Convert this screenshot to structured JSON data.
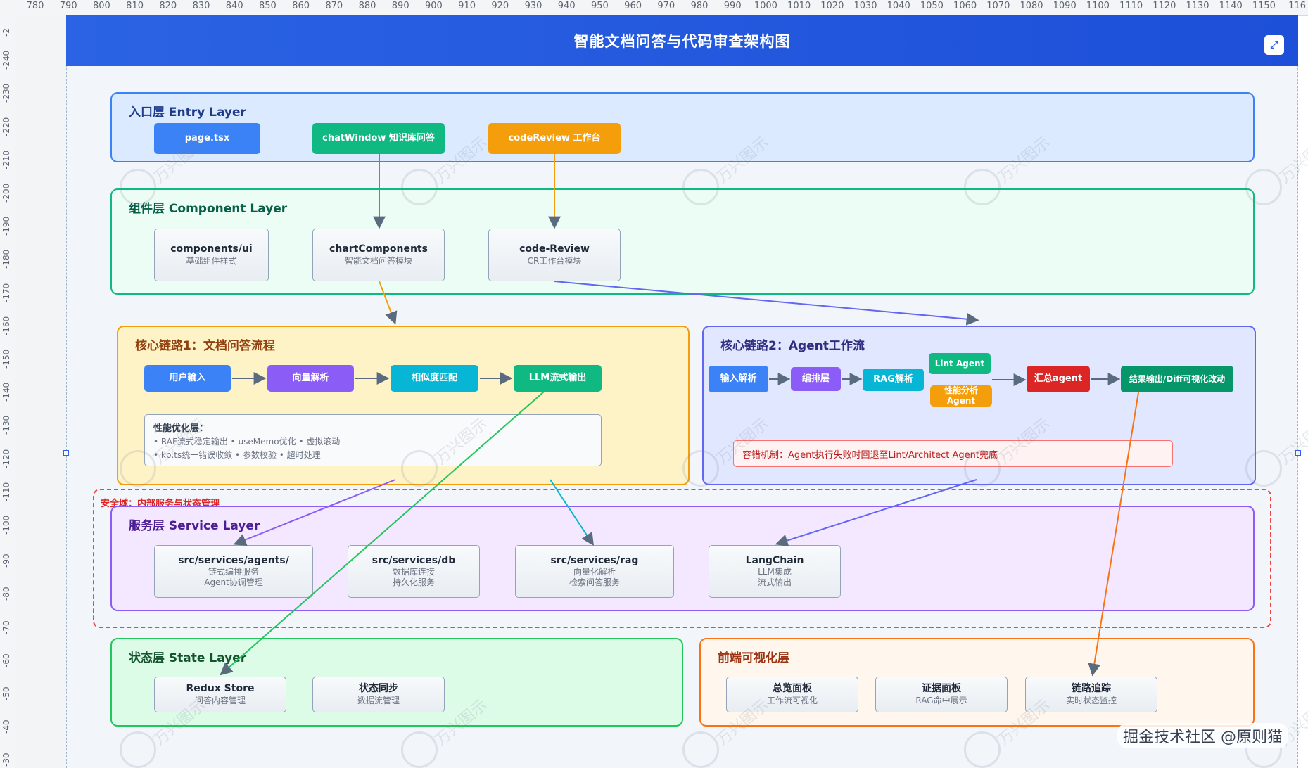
{
  "ruler": {
    "top": [
      "780",
      "790",
      "800",
      "810",
      "820",
      "830",
      "840",
      "850",
      "860",
      "870",
      "880",
      "890",
      "900",
      "910",
      "920",
      "930",
      "940",
      "950",
      "960",
      "970",
      "980",
      "990",
      "1000",
      "1010",
      "1020",
      "1030",
      "1040",
      "1050",
      "1060",
      "1070",
      "1080",
      "1090",
      "1100",
      "1110",
      "1120",
      "1130",
      "1140",
      "1150",
      "116"
    ],
    "left": [
      "-2",
      "-240",
      "-230",
      "-220",
      "-210",
      "-200",
      "-190",
      "-180",
      "-170",
      "-160",
      "-150",
      "-140",
      "-130",
      "-120",
      "-110",
      "-100",
      "-90",
      "-80",
      "-70",
      "-60",
      "-50",
      "-40",
      "-30"
    ]
  },
  "header": {
    "title": "智能文档问答与代码审查架构图",
    "expand_icon": "expand-icon"
  },
  "entry_layer": {
    "title": "入口层 Entry Layer",
    "items": [
      {
        "label": "page.tsx",
        "color": "#3b82f6"
      },
      {
        "label": "chatWindow 知识库问答",
        "color": "#10b981"
      },
      {
        "label": "codeReview 工作台",
        "color": "#f59e0b"
      }
    ]
  },
  "component_layer": {
    "title": "组件层 Component Layer",
    "items": [
      {
        "label": "components/ui",
        "sub": "基础组件样式"
      },
      {
        "label": "chartComponents",
        "sub": "智能文档问答模块"
      },
      {
        "label": "code-Review",
        "sub": "CR工作台模块"
      }
    ]
  },
  "core1": {
    "title": "核心链路1：文档问答流程",
    "steps": [
      {
        "label": "用户输入",
        "color": "#3b82f6"
      },
      {
        "label": "向量解析",
        "color": "#8b5cf6"
      },
      {
        "label": "相似度匹配",
        "color": "#06b6d4"
      },
      {
        "label": "LLM流式输出",
        "color": "#10b981"
      }
    ],
    "perf": {
      "title": "性能优化层：",
      "line1": "• RAF流式稳定输出 • useMemo优化 • 虚拟滚动",
      "line2": "• kb.ts统一错误收敛 • 参数校验 • 超时处理"
    }
  },
  "core2": {
    "title": "核心链路2：Agent工作流",
    "steps": [
      {
        "label": "输入解析",
        "color": "#3b82f6"
      },
      {
        "label": "编排层",
        "color": "#8b5cf6"
      },
      {
        "label": "RAG解析",
        "color": "#06b6d4"
      },
      {
        "label": "Lint Agent",
        "color": "#10b981"
      },
      {
        "label": "性能分析Agent",
        "color": "#f59e0b"
      },
      {
        "label": "汇总agent",
        "color": "#dc2626"
      },
      {
        "label": "结果输出/Diff可视化改动",
        "color": "#059669"
      }
    ],
    "fault": "容错机制：Agent执行失败时回退至Lint/Architect Agent兜底"
  },
  "security_zone": {
    "title": "安全域：内部服务与状态管理"
  },
  "service_layer": {
    "title": "服务层 Service Layer",
    "items": [
      {
        "label": "src/services/agents/",
        "sub1": "链式编排服务",
        "sub2": "Agent协调管理"
      },
      {
        "label": "src/services/db",
        "sub1": "数据库连接",
        "sub2": "持久化服务"
      },
      {
        "label": "src/services/rag",
        "sub1": "向量化解析",
        "sub2": "检索问答服务"
      },
      {
        "label": "LangChain",
        "sub1": "LLM集成",
        "sub2": "流式输出"
      }
    ]
  },
  "state_layer": {
    "title": "状态层 State Layer",
    "items": [
      {
        "label": "Redux Store",
        "sub": "问答内容管理"
      },
      {
        "label": "状态同步",
        "sub": "数据流管理"
      }
    ]
  },
  "viz_layer": {
    "title": "前端可视化层",
    "items": [
      {
        "label": "总览面板",
        "sub": "工作流可视化"
      },
      {
        "label": "证据面板",
        "sub": "RAG命中展示"
      },
      {
        "label": "链路追踪",
        "sub": "实时状态监控"
      }
    ]
  },
  "watermark": {
    "text": "万兴图示"
  },
  "footer": {
    "text": "掘金技术社区 @原则猫"
  },
  "colors": {
    "entry": "#3b82f6",
    "component": "#10b981",
    "core1": "#f59e0b",
    "core2": "#6366f1",
    "service": "#8b5cf6",
    "state": "#22c55e",
    "viz": "#f97316",
    "security": "#ef4444"
  }
}
